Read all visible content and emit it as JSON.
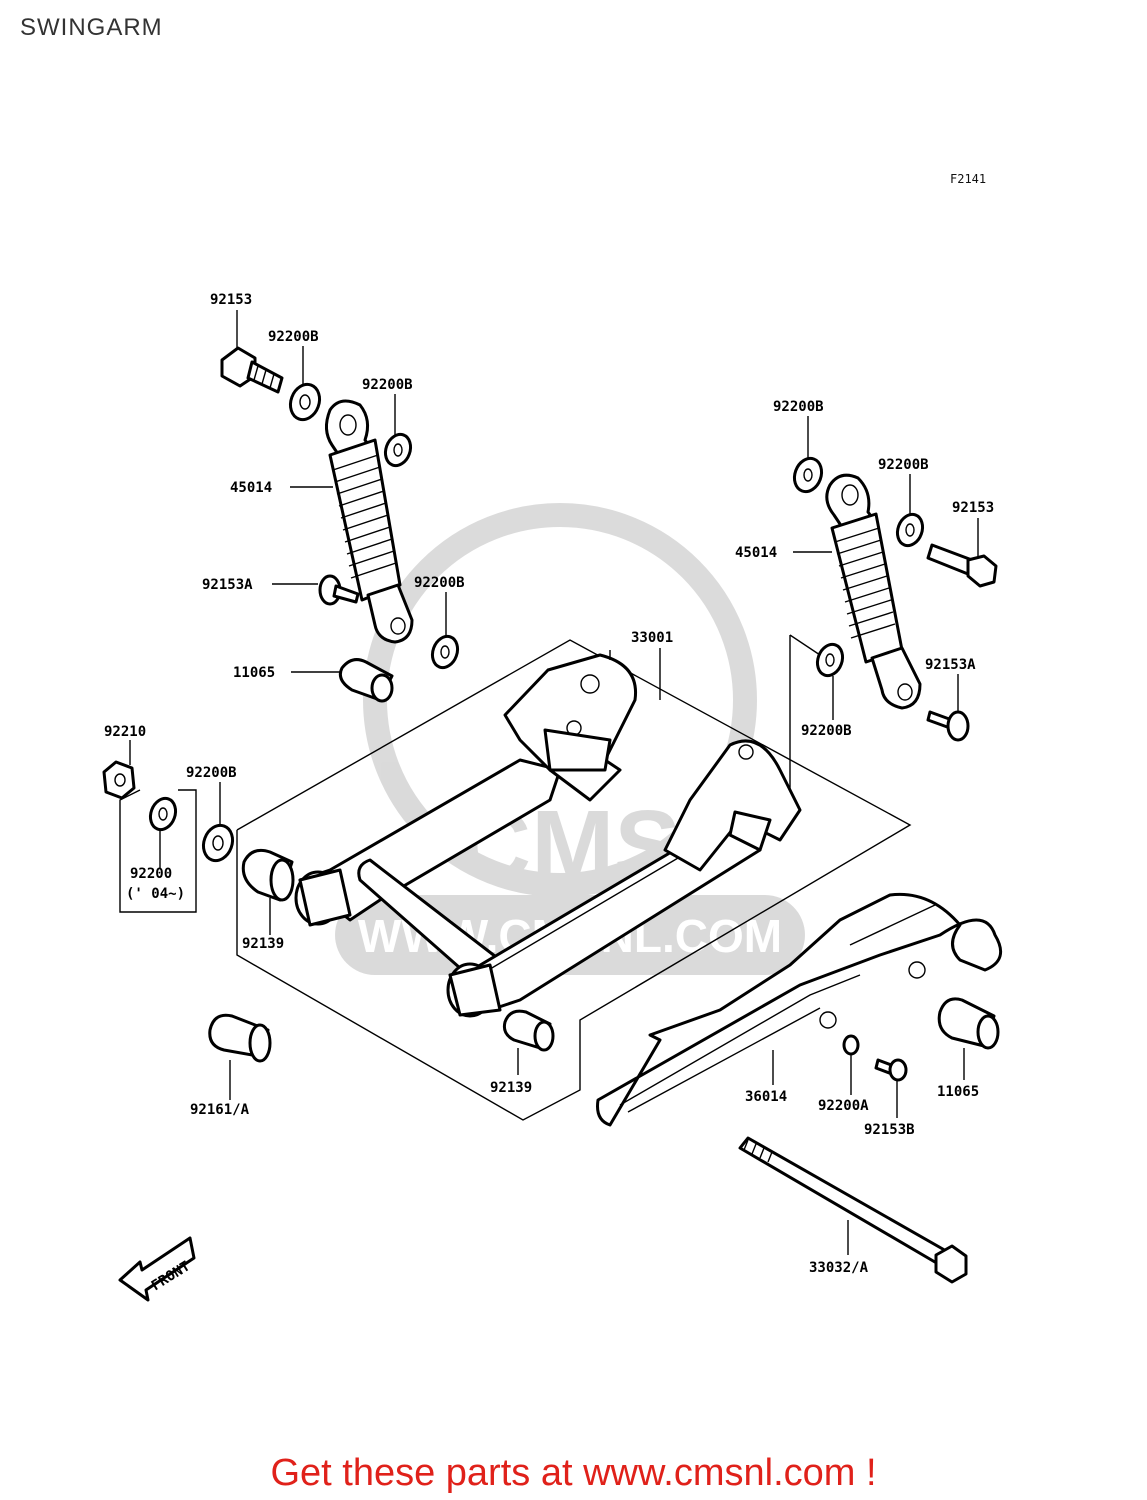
{
  "header": {
    "title": "SWINGARM",
    "figure_code": "F2141"
  },
  "labels": {
    "bolt_top_left": "92153",
    "washer_top_left_a": "92200B",
    "washer_top_left_b": "92200B",
    "shock_left": "45014",
    "bolt_a_left": "92153A",
    "washer_mid_left": "92200B",
    "collar_left": "11065",
    "nut": "92210",
    "washer_left_inner": "92200B",
    "washer_variant": "92200",
    "washer_variant_note": "(' 04~)",
    "bushing_left": "92139",
    "bushing_bottom_left": "92161/A",
    "swingarm": "33001",
    "bushing_bottom_mid": "92139",
    "washer_top_right_a": "92200B",
    "washer_top_right_b": "92200B",
    "bolt_top_right": "92153",
    "shock_right": "45014",
    "bolt_a_right": "92153A",
    "washer_right_low": "92200B",
    "chain_case": "36014",
    "washer_small": "92200A",
    "bolt_b": "92153B",
    "collar_right": "11065",
    "pivot_shaft": "33032/A",
    "front_arrow": "FRONT"
  },
  "watermark": {
    "logo": "CMS",
    "url": "WWW.CMSNL.COM"
  },
  "footer": {
    "cta": "Get these parts at www.cmsnl.com !",
    "accent_color": "#e0211a"
  }
}
